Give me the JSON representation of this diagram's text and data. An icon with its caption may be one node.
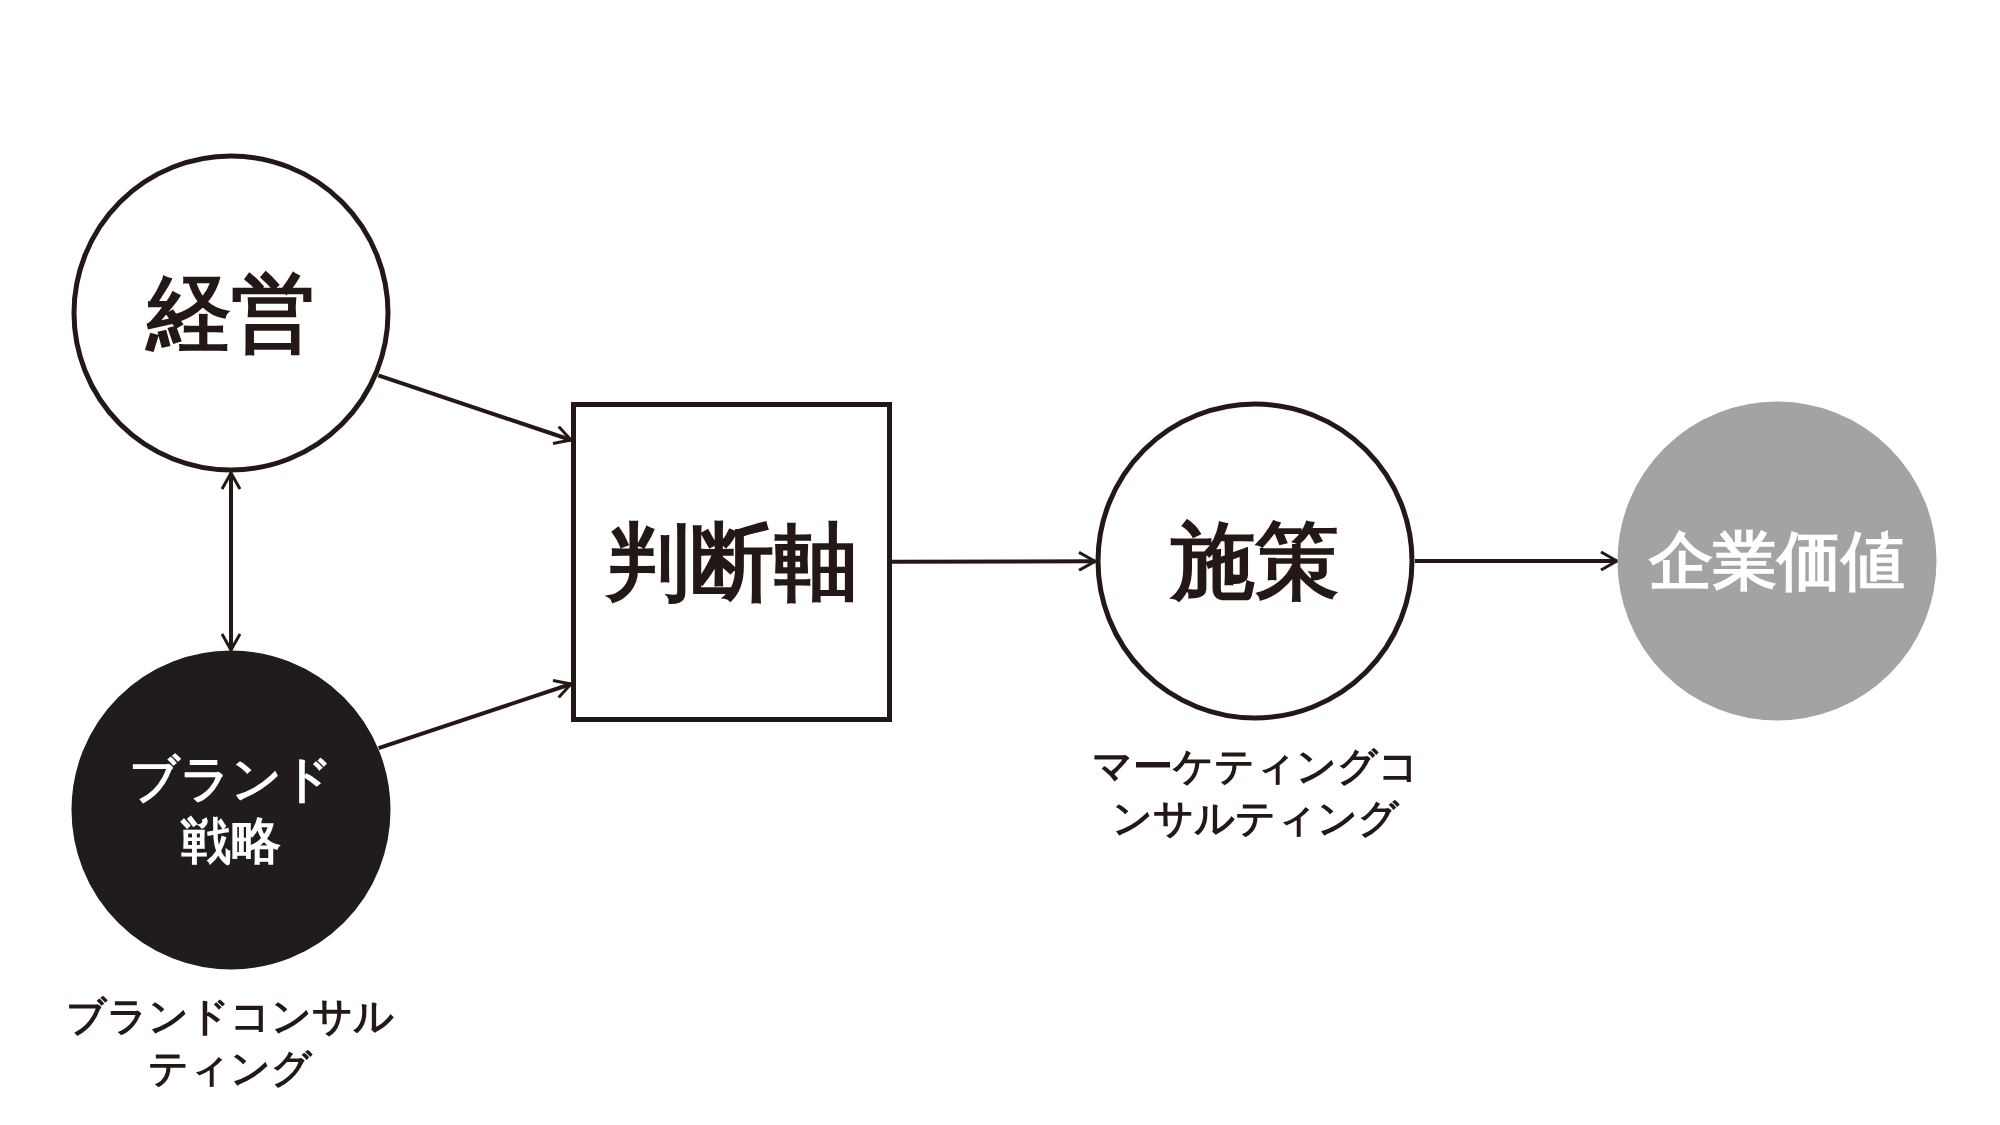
{
  "diagram": {
    "nodes": [
      {
        "text": [
          "経営"
        ]
      },
      {
        "text": [
          "ブランド戦略"
        ],
        "beside": [
          "ブランドコンサルティング"
        ]
      },
      {
        "text": [
          "判断軸"
        ]
      },
      {
        "text": [
          "施策"
        ],
        "beside": [
          "マーケティングコンサルティング"
        ]
      },
      {
        "text": [
          "企業価値"
        ]
      }
    ],
    "edges": [
      {
        "from": 0,
        "to": 2,
        "arrow": "to"
      },
      {
        "from": 1,
        "to": 2,
        "arrow": "to"
      },
      {
        "from": 0,
        "to": 1,
        "arrow": "both"
      },
      {
        "from": 2,
        "to": 3,
        "arrow": "to"
      },
      {
        "from": 3,
        "to": 4,
        "arrow": "to"
      }
    ]
  }
}
